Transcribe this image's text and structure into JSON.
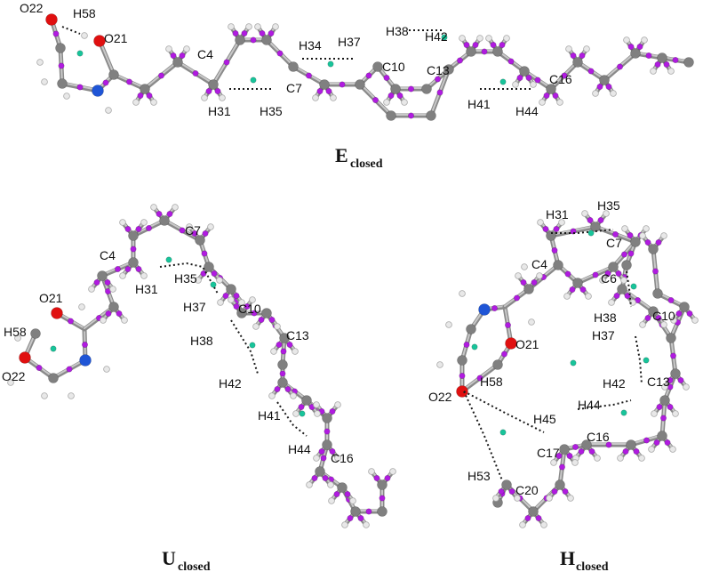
{
  "panels": [
    {
      "id": "e",
      "label_main": "E",
      "label_sub": "closed",
      "atom_labels": [
        "O22",
        "H58",
        "O21",
        "C4",
        "H34",
        "H37",
        "H38",
        "H42",
        "C7",
        "C10",
        "C13",
        "C16",
        "H31",
        "H35",
        "H41",
        "H44"
      ]
    },
    {
      "id": "u",
      "label_main": "U",
      "label_sub": "closed",
      "atom_labels": [
        "C7",
        "C4",
        "H35",
        "H31",
        "O21",
        "H37",
        "C10",
        "H58",
        "C13",
        "H38",
        "O22",
        "H42",
        "H41",
        "H44",
        "C16"
      ]
    },
    {
      "id": "h",
      "label_main": "H",
      "label_sub": "closed",
      "atom_labels": [
        "H31",
        "H35",
        "C7",
        "C4",
        "C6",
        "H38",
        "C10",
        "H37",
        "O21",
        "H58",
        "C13",
        "H42",
        "O22",
        "H44",
        "H45",
        "C16",
        "C17",
        "H53",
        "C20"
      ]
    }
  ],
  "colors": {
    "carbon": "#808080",
    "hydrogen": "#e8e8e8",
    "lone_pair": "#b01be0",
    "oxygen": "#e01010",
    "nitrogen": "#1f55d6",
    "ring_point": "#18c49a",
    "hbond": "#1a1a1a"
  }
}
